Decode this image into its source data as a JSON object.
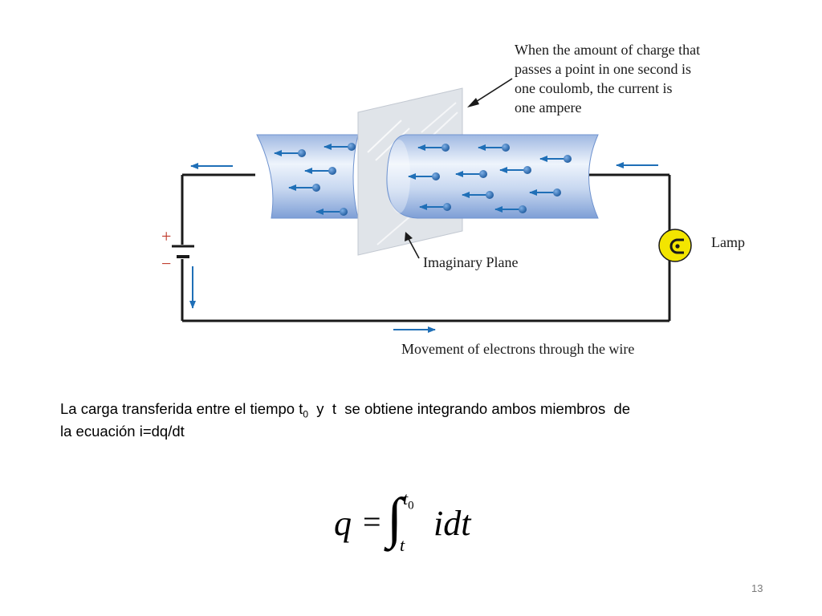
{
  "diagram": {
    "callout_lines": [
      "When the amount of charge that",
      "passes a point in one second is",
      "one coulomb, the current is",
      "one ampere"
    ],
    "plane_label": "Imaginary Plane",
    "lamp_label": "Lamp",
    "movement_label": "Movement of electrons through the wire",
    "plus_sign": "+",
    "minus_sign": "−"
  },
  "text": {
    "line1_before_sub": "La carga transferida entre el tiempo t",
    "line1_sub": "0",
    "line1_after_sub": "  y  t  se obtiene integrando ambos miembros  de",
    "line2": "la ecuación i=dq/dt"
  },
  "formula": {
    "lhs": "q",
    "equals": "=",
    "integral_sign": "∫",
    "upper_limit": "t",
    "upper_limit_sub": "0",
    "lower_limit": "t",
    "integrand": "idt"
  },
  "page_number": "13",
  "colors": {
    "wire": "#1a1a1a",
    "conductor_light": "#eef4fc",
    "conductor_dark": "#7e9fd6",
    "arrow_blue": "#1f6fb7",
    "electron": "#2b6db5",
    "lamp_yellow": "#f3e500",
    "plane": "#d6dbe2"
  }
}
